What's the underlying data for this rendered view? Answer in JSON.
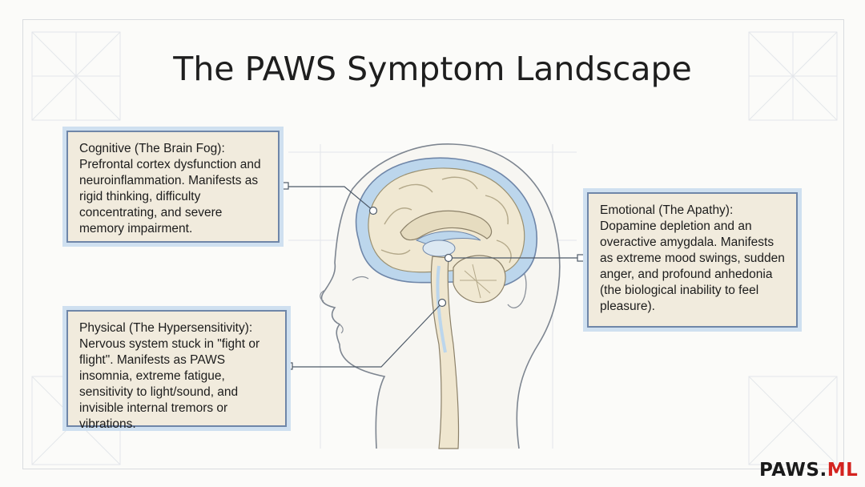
{
  "title": "The PAWS Symptom Landscape",
  "callouts": {
    "cognitive": {
      "heading": "Cognitive (The Brain Fog):",
      "body": "Prefrontal cortex dysfunction and neuroinflammation. Manifests as rigid thinking, difficulty concentrating, and severe memory impairment."
    },
    "physical": {
      "heading": "Physical (The Hypersensitivity):",
      "body": "Nervous system stuck in \"fight or flight\". Manifests as PAWS insomnia, extreme fatigue, sensitivity to light/sound, and invisible internal tremors or vibrations."
    },
    "emotional": {
      "heading": "Emotional (The Apathy):",
      "body": "Dopamine depletion and an overactive amygdala. Manifests as extreme mood swings, sudden anger, and profound anhedonia (the biological inability to feel pleasure)."
    }
  },
  "logo": {
    "main": "PAWS.",
    "accent": "ML"
  },
  "colors": {
    "box_fill": "#f1ebdd",
    "box_border": "#6f86a8",
    "box_glow": "#cfe0f0",
    "brain_blue": "#bcd6ec",
    "brain_cream": "#f0e8d2",
    "logo_accent": "#d4231f"
  }
}
